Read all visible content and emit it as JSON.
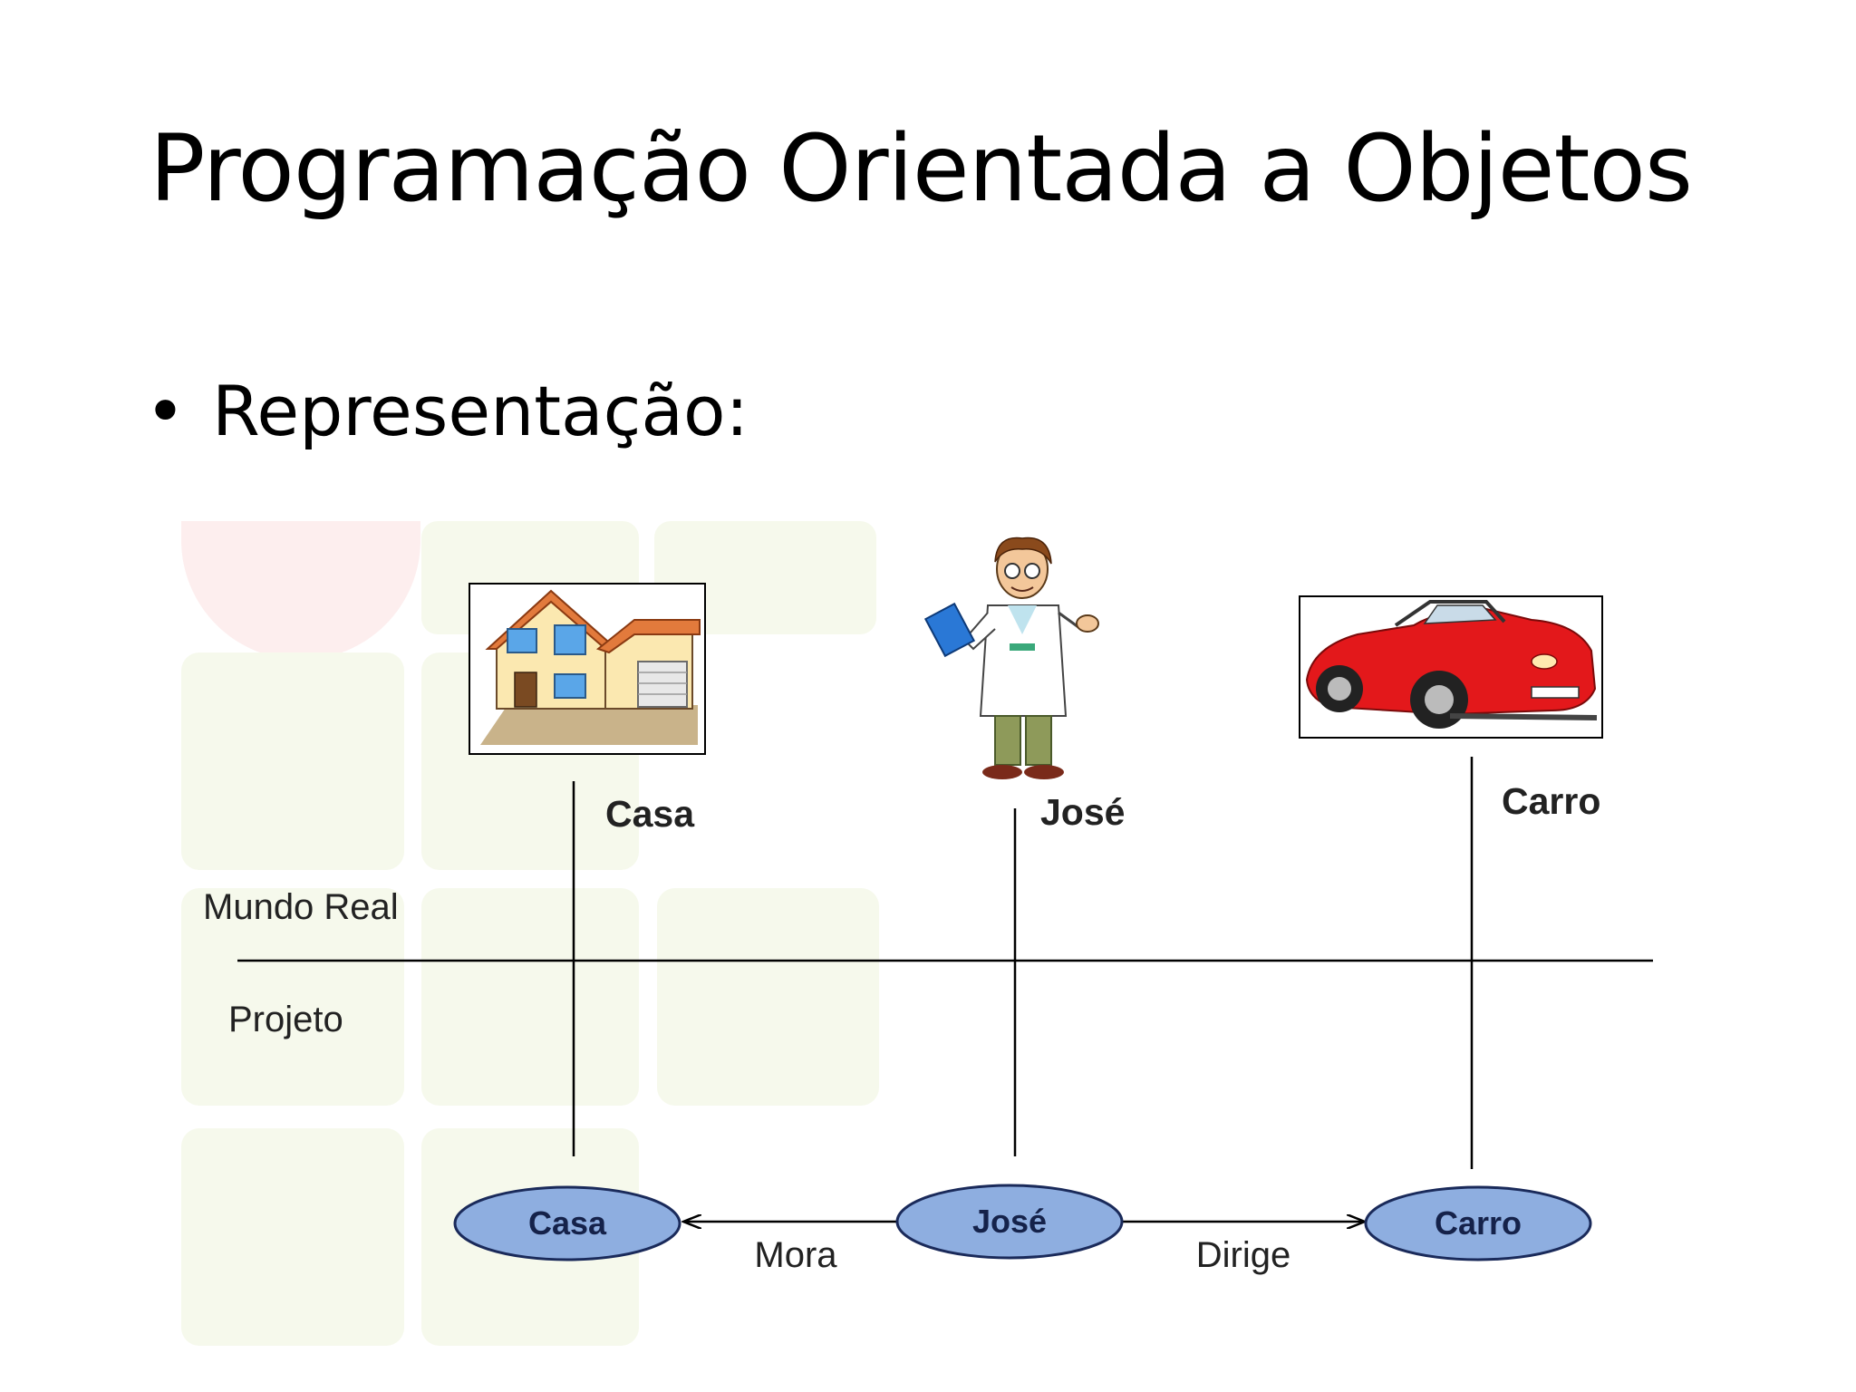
{
  "slide": {
    "title": "Programação Orientada a Objetos",
    "bullet_marker": "•",
    "bullet_text": "Representação:"
  },
  "diagram": {
    "real_world_label": "Mundo Real",
    "design_label": "Projeto",
    "real_objects": [
      {
        "label": "Casa",
        "icon": "house-icon"
      },
      {
        "label": "José",
        "icon": "doctor-icon"
      },
      {
        "label": "Carro",
        "icon": "car-icon"
      }
    ],
    "model_objects": [
      "Casa",
      "José",
      "Carro"
    ],
    "relations": [
      {
        "label": "Mora",
        "from": "José",
        "to": "Casa"
      },
      {
        "label": "Dirige",
        "from": "José",
        "to": "Carro"
      }
    ],
    "colors": {
      "ellipse_fill": "#8eaee0",
      "ellipse_stroke": "#1a2a5a",
      "car_body": "#e3181b",
      "watermark_green": "#f6f9ec",
      "watermark_red": "#fdeeee"
    }
  }
}
